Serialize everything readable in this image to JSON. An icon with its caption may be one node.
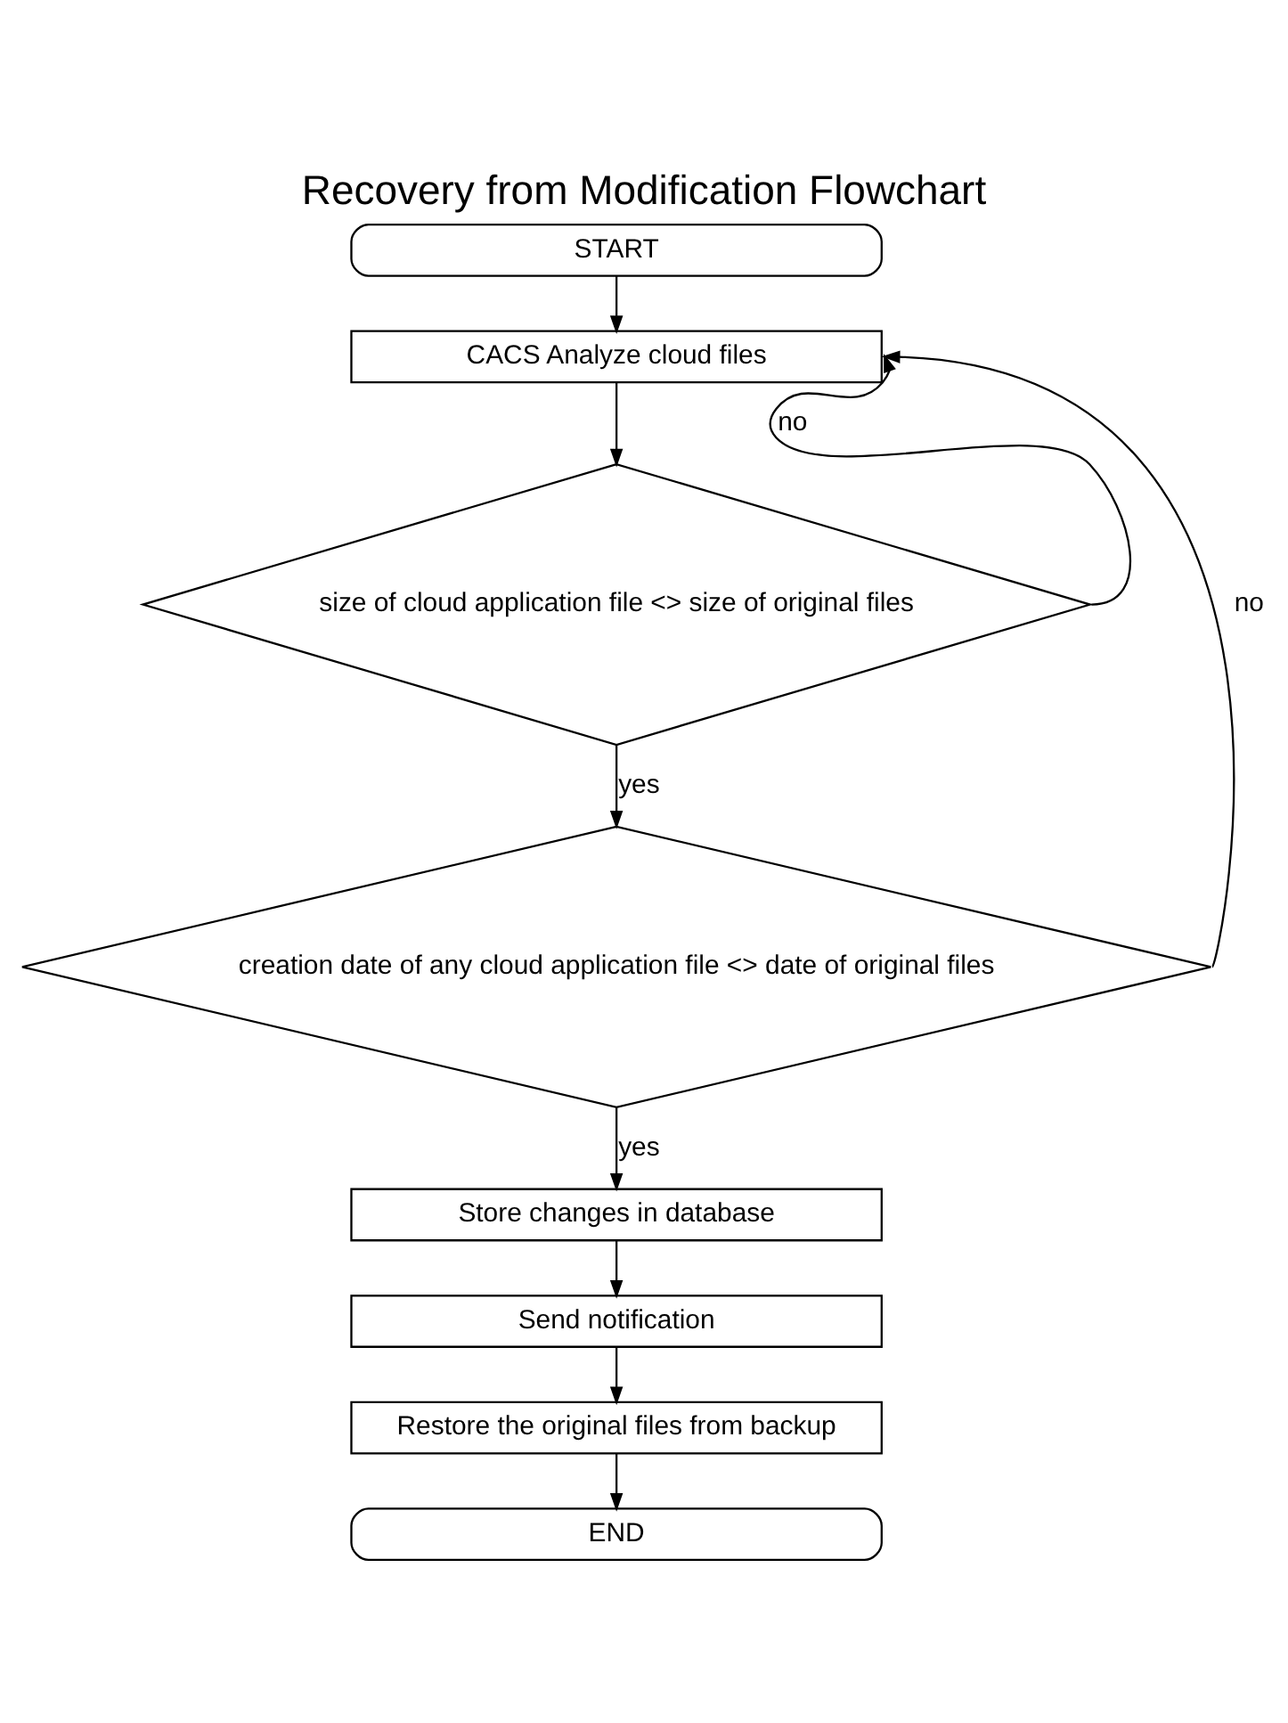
{
  "diagram": {
    "title": "Recovery from Modification Flowchart",
    "nodes": [
      {
        "text": [
          "START"
        ]
      },
      {
        "text": [
          "CACS Analyze cloud files"
        ]
      },
      {
        "text": [
          "size of cloud application file <> size of original files"
        ]
      },
      {
        "text": [
          "creation date of any cloud application file <> date of original files"
        ]
      },
      {
        "text": [
          "Store changes in database"
        ]
      },
      {
        "text": [
          "Send notification"
        ]
      },
      {
        "text": [
          "Restore the original files from backup"
        ]
      },
      {
        "text": [
          "END"
        ]
      }
    ],
    "edges": [
      {
        "from": 0,
        "to": 1,
        "arrow": "to"
      },
      {
        "from": 1,
        "to": 2,
        "arrow": "to"
      },
      {
        "from": 2,
        "to": 3,
        "arrow": "to",
        "label": "yes"
      },
      {
        "from": 3,
        "to": 4,
        "arrow": "to",
        "label": "yes"
      },
      {
        "from": 4,
        "to": 5,
        "arrow": "to"
      },
      {
        "from": 5,
        "to": 6,
        "arrow": "to"
      },
      {
        "from": 6,
        "to": 7,
        "arrow": "to"
      },
      {
        "from": 2,
        "to": 1,
        "arrow": "to",
        "label": "no"
      },
      {
        "from": 3,
        "to": 1,
        "arrow": "to",
        "label": "no"
      }
    ]
  }
}
